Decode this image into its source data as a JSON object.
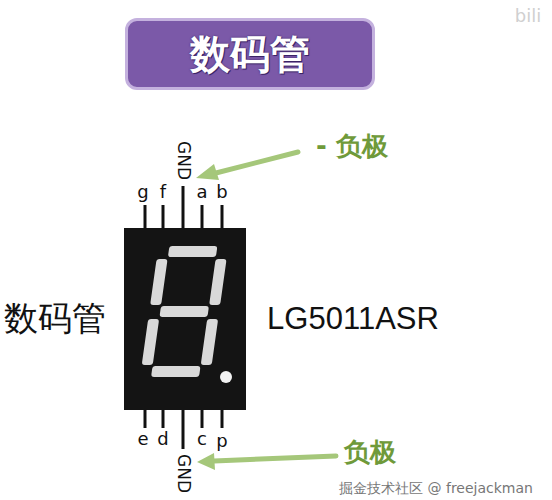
{
  "diagram": {
    "title": "数码管",
    "labels": [
      "数码管",
      "LG5011ASR",
      "GND",
      "g",
      "f",
      "a",
      "b",
      "e",
      "d",
      "c",
      "p",
      "GND",
      "- 负极",
      "负极",
      "掘金技术社区 @ freejackman",
      "bili"
    ]
  }
}
